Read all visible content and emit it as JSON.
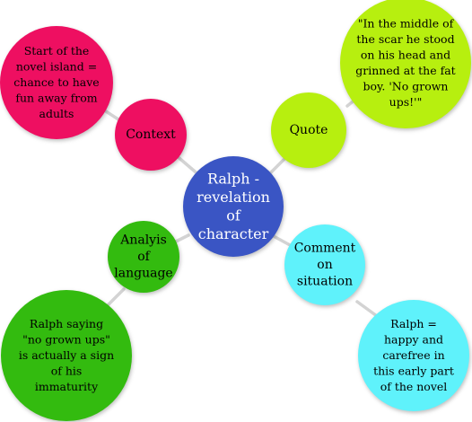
{
  "diagram": {
    "center": {
      "lines": [
        "Ralph -",
        "revelation",
        "of",
        "character"
      ],
      "color": "#3a55c4",
      "text_color": "#ffffff"
    },
    "context": {
      "lines": [
        "Context"
      ],
      "color": "#ee0f61",
      "text_color": "#000000"
    },
    "context_detail": {
      "lines": [
        "Start of the",
        "novel island =",
        "chance to have",
        "fun away from",
        "adults"
      ],
      "color": "#ee0f61",
      "text_color": "#000000"
    },
    "quote": {
      "lines": [
        "Quote"
      ],
      "color": "#b7ef0f",
      "text_color": "#000000"
    },
    "quote_detail": {
      "lines": [
        "\"In the middle of",
        "the scar he stood",
        "on his head and",
        "grinned at the fat",
        "boy. 'No grown",
        "ups!'\""
      ],
      "color": "#b7ef0f",
      "text_color": "#000000"
    },
    "language": {
      "lines": [
        "Analyis",
        "of",
        "language"
      ],
      "color": "#33bb0f",
      "text_color": "#000000"
    },
    "language_detail": {
      "lines": [
        "Ralph saying",
        "\"no grown ups\"",
        "is actually a sign",
        "of his",
        "immaturity"
      ],
      "color": "#33bb0f",
      "text_color": "#000000"
    },
    "situation": {
      "lines": [
        "Comment",
        "on",
        "situation"
      ],
      "color": "#5ff2fb",
      "text_color": "#000000"
    },
    "situation_detail": {
      "lines": [
        "Ralph =",
        "happy and",
        "carefree in",
        "this early part",
        "of the novel"
      ],
      "color": "#5ff2fb",
      "text_color": "#000000"
    }
  }
}
